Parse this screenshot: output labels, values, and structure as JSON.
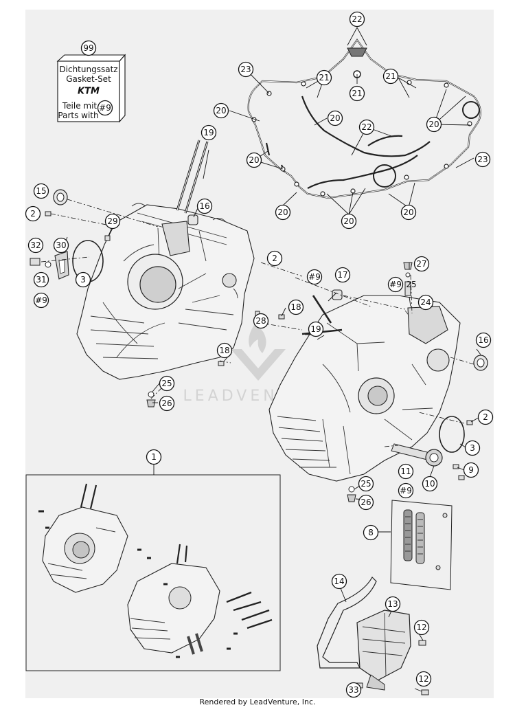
{
  "gasket_kit_box": {
    "number": "99",
    "line1": "Dichtungssatz",
    "line2": "Gasket-Set",
    "logo": "KTM",
    "line3": "Teile mit",
    "line4": "Parts with",
    "ref": "#9"
  },
  "callouts": {
    "c1": "1",
    "c2": "2",
    "c3": "3",
    "c8": "8",
    "c9": "9",
    "c10": "10",
    "c11": "11",
    "c12": "12",
    "c13": "13",
    "c14": "14",
    "c15": "15",
    "c16": "16",
    "c17": "17",
    "c18": "18",
    "c19": "19",
    "c20": "20",
    "c21": "21",
    "c22": "22",
    "c23": "23",
    "c24": "24",
    "c25": "25",
    "c26": "26",
    "c27": "27",
    "c28": "28",
    "c29": "29",
    "c30": "30",
    "c31": "31",
    "c32": "32",
    "c33": "33",
    "c99": "99",
    "ref9": "#9"
  },
  "watermark": "LEADVENTURE",
  "footer": "Rendered by LeadVenture, Inc."
}
